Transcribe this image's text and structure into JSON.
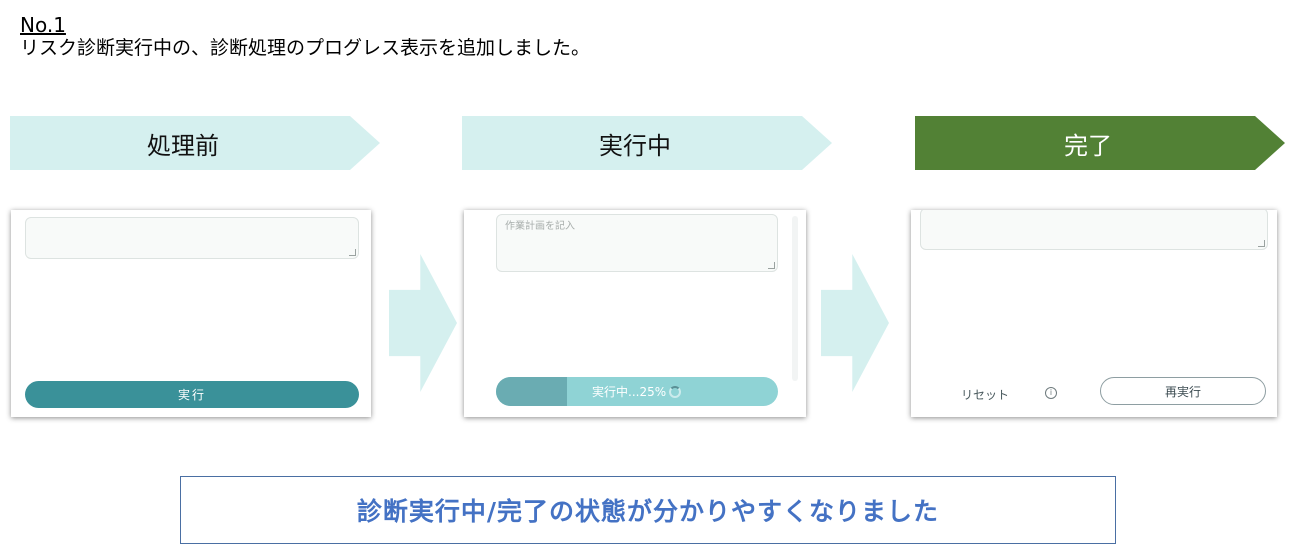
{
  "header": {
    "number": "No.1",
    "subtitle": "リスク診断実行中の、診断処理のプログレス表示を追加しました。"
  },
  "steps": [
    {
      "label": "処理前"
    },
    {
      "label": "実行中"
    },
    {
      "label": "完了"
    }
  ],
  "panel_before": {
    "run_button": "実行"
  },
  "panel_running": {
    "textarea_placeholder": "作業計画を記入",
    "progress_label": "実行中...25%",
    "progress_percent": 25
  },
  "panel_done": {
    "reset_label": "リセット",
    "info_glyph": "i",
    "rerun_button": "再実行"
  },
  "summary": {
    "text": "診断実行中/完了の状態が分かりやすくなりました"
  },
  "colors": {
    "step_pending": "#d5f0ef",
    "step_done": "#528135",
    "run_button": "#3a9199",
    "progress_track": "#8fd3d5",
    "progress_fill": "#6aacb2",
    "summary_text": "#4472c4"
  }
}
